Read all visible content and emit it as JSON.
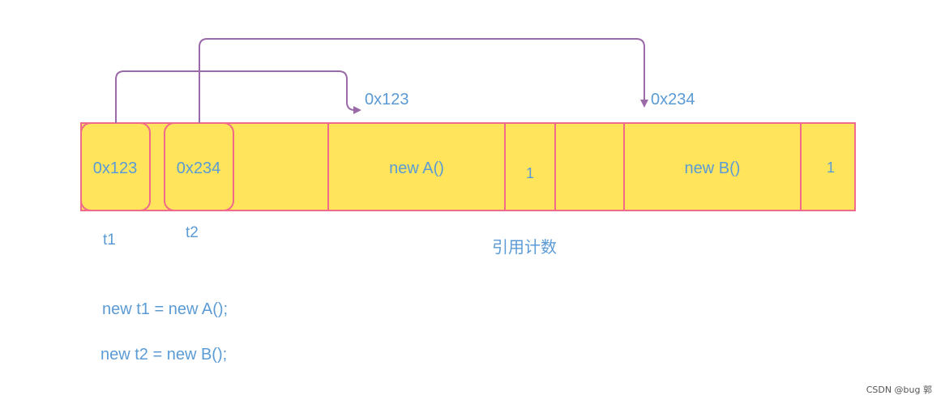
{
  "colors": {
    "memory_fill": "#ffe45c",
    "memory_border": "#f06a8a",
    "arrow": "#9b6aa8",
    "text": "#5b9bd5"
  },
  "cells": {
    "t1_value": "0x123",
    "t2_value": "0x234",
    "obj_a": "new A()",
    "obj_a_count": "1",
    "obj_b": "new B()",
    "obj_b_count": "1"
  },
  "arrows": {
    "target_a": "0x123",
    "target_b": "0x234"
  },
  "labels": {
    "t1": "t1",
    "t2": "t2",
    "ref_count": "引用计数"
  },
  "code": {
    "line1": "new t1 = new A();",
    "line2": "new t2 = new B();"
  },
  "watermark": "CSDN @bug 郭"
}
